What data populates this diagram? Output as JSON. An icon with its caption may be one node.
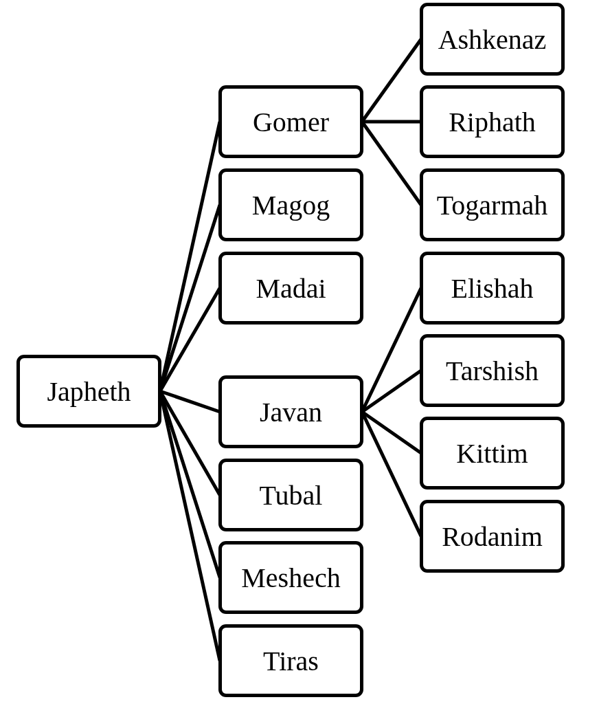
{
  "diagram": {
    "nodes": [
      {
        "text": [
          "Japheth"
        ]
      },
      {
        "text": [
          "Gomer"
        ]
      },
      {
        "text": [
          "Magog"
        ]
      },
      {
        "text": [
          "Madai"
        ]
      },
      {
        "text": [
          "Javan"
        ]
      },
      {
        "text": [
          "Tubal"
        ]
      },
      {
        "text": [
          "Meshech"
        ]
      },
      {
        "text": [
          "Tiras"
        ]
      },
      {
        "text": [
          "Ashkenaz"
        ]
      },
      {
        "text": [
          "Riphath"
        ]
      },
      {
        "text": [
          "Togarmah"
        ]
      },
      {
        "text": [
          "Elishah"
        ]
      },
      {
        "text": [
          "Tarshish"
        ]
      },
      {
        "text": [
          "Kittim"
        ]
      },
      {
        "text": [
          "Rodanim"
        ]
      }
    ],
    "edges": [
      {
        "from": 0,
        "to": 1,
        "arrow": "none"
      },
      {
        "from": 0,
        "to": 2,
        "arrow": "none"
      },
      {
        "from": 0,
        "to": 3,
        "arrow": "none"
      },
      {
        "from": 0,
        "to": 4,
        "arrow": "none"
      },
      {
        "from": 0,
        "to": 5,
        "arrow": "none"
      },
      {
        "from": 0,
        "to": 6,
        "arrow": "none"
      },
      {
        "from": 0,
        "to": 7,
        "arrow": "none"
      },
      {
        "from": 1,
        "to": 8,
        "arrow": "none"
      },
      {
        "from": 1,
        "to": 9,
        "arrow": "none"
      },
      {
        "from": 1,
        "to": 10,
        "arrow": "none"
      },
      {
        "from": 4,
        "to": 11,
        "arrow": "none"
      },
      {
        "from": 4,
        "to": 12,
        "arrow": "none"
      },
      {
        "from": 4,
        "to": 13,
        "arrow": "none"
      },
      {
        "from": 4,
        "to": 14,
        "arrow": "none"
      }
    ]
  }
}
